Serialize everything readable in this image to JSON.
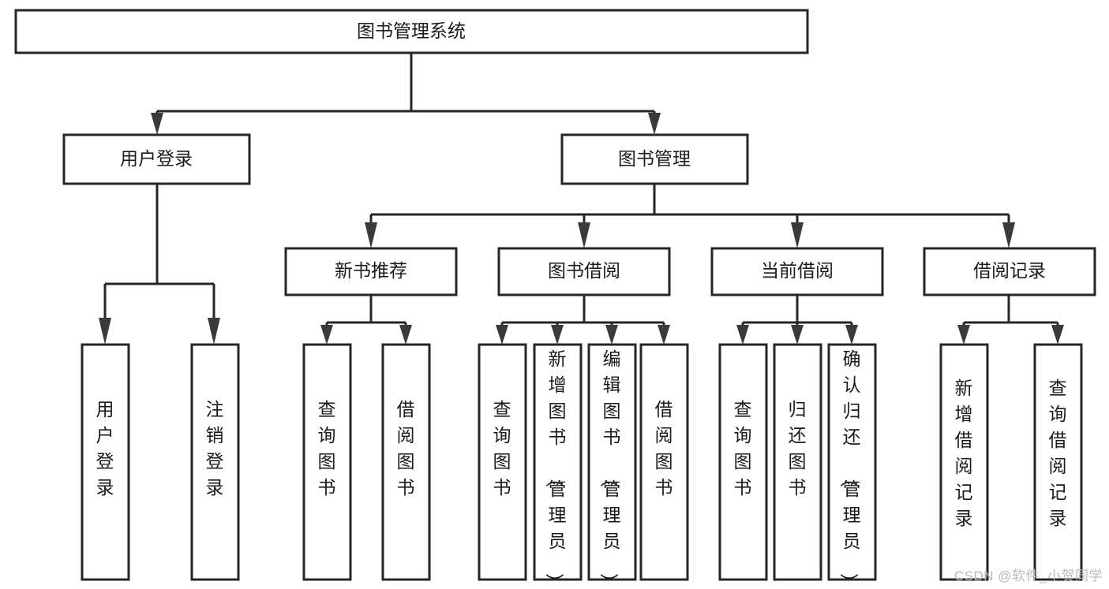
{
  "diagram": {
    "title": "图书管理系统",
    "watermark": "CSDN @软件_小贺同学",
    "accent_color": "#262626",
    "background_color": "#ffffff",
    "root": {
      "label": "图书管理系统"
    },
    "level1": [
      {
        "label": "用户登录"
      },
      {
        "label": "图书管理"
      }
    ],
    "level2": [
      {
        "label": "新书推荐"
      },
      {
        "label": "图书借阅"
      },
      {
        "label": "当前借阅"
      },
      {
        "label": "借阅记录"
      }
    ],
    "leaves": {
      "user_login": [
        {
          "label": "用户登录"
        },
        {
          "label": "注销登录"
        }
      ],
      "new_book": [
        {
          "label": "查询图书"
        },
        {
          "label": "借阅图书"
        }
      ],
      "book_borrow": [
        {
          "label": "查询图书"
        },
        {
          "label": "新增图书（管理员）"
        },
        {
          "label": "编辑图书（管理员）"
        },
        {
          "label": "借阅图书"
        }
      ],
      "current_borrow": [
        {
          "label": "查询图书"
        },
        {
          "label": "归还图书"
        },
        {
          "label": "确认归还（管理员）"
        }
      ],
      "borrow_record": [
        {
          "label": "新增借阅记录"
        },
        {
          "label": "查询借阅记录"
        }
      ]
    }
  }
}
